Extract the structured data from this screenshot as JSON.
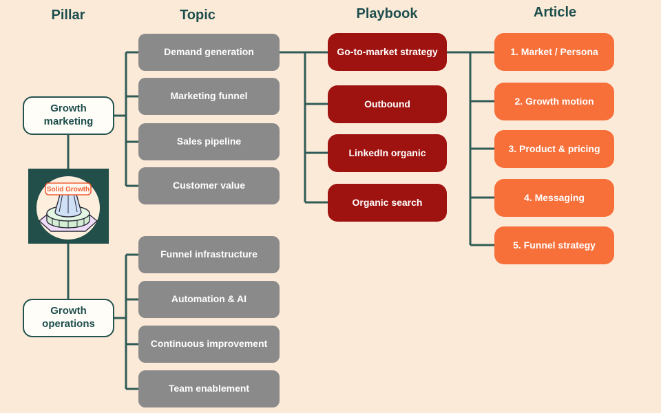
{
  "headers": {
    "pillar": "Pillar",
    "topic": "Topic",
    "playbook": "Playbook",
    "article": "Article"
  },
  "pillars": [
    {
      "label": "Growth marketing"
    },
    {
      "label": "Growth operations"
    }
  ],
  "logo": {
    "badge_label": "Solid Growth"
  },
  "topics": {
    "marketing": [
      {
        "label": "Demand generation"
      },
      {
        "label": "Marketing funnel"
      },
      {
        "label": "Sales pipeline"
      },
      {
        "label": "Customer value"
      }
    ],
    "operations": [
      {
        "label": "Funnel infrastructure"
      },
      {
        "label": "Automation & AI"
      },
      {
        "label": "Continuous improvement"
      },
      {
        "label": "Team enablement"
      }
    ]
  },
  "playbooks": [
    {
      "label": "Go-to-market strategy"
    },
    {
      "label": "Outbound"
    },
    {
      "label": "LinkedIn organic"
    },
    {
      "label": "Organic search"
    }
  ],
  "articles": [
    {
      "label": "1. Market / Persona"
    },
    {
      "label": "2. Growth motion"
    },
    {
      "label": "3. Product & pricing"
    },
    {
      "label": "4. Messaging"
    },
    {
      "label": "5. Funnel strategy"
    }
  ],
  "colors": {
    "background": "#fcead9",
    "heading_text": "#1d4e4c",
    "connector": "#2e5b55",
    "topic_fill": "#8a8a8a",
    "playbook_fill": "#9e1310",
    "article_fill": "#f76f39",
    "pillar_border": "#24524e",
    "logo_square": "#224f49",
    "logo_badge_accent": "#f05f35"
  }
}
